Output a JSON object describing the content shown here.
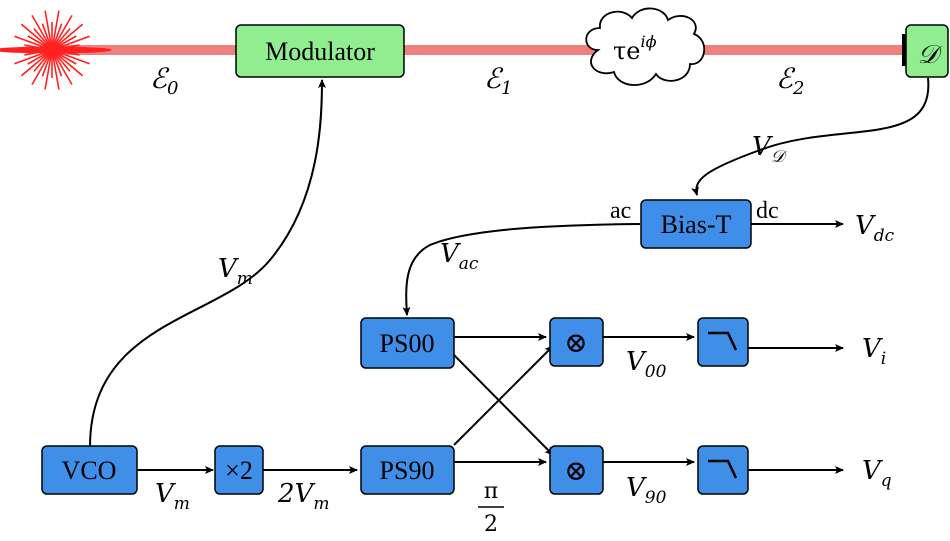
{
  "colors": {
    "beam": "#f08080",
    "green_box": "#90ee90",
    "blue_box": "#3f8ee8",
    "laser": "#ff2020",
    "detector_bar": "#000000"
  },
  "optical": {
    "modulator_label": "Modulator",
    "phase_element": {
      "base": "τe",
      "exponent": "iϕ"
    },
    "detector_symbol": "𝒟",
    "fields": [
      {
        "symbol": "ℰ",
        "sub": "0"
      },
      {
        "symbol": "ℰ",
        "sub": "1"
      },
      {
        "symbol": "ℰ",
        "sub": "2"
      }
    ]
  },
  "blocks": {
    "bias_t": "Bias-T",
    "ps00": "PS00",
    "ps90": "PS90",
    "vco": "VCO",
    "doubler": "×2",
    "mixer_symbol": "⊗"
  },
  "ports": {
    "ac": "ac",
    "dc": "dc"
  },
  "signals": {
    "v_detector": {
      "main": "V",
      "sub": "𝒟"
    },
    "v_m_up": {
      "main": "V",
      "sub": "m"
    },
    "v_m_right": {
      "main": "V",
      "sub": "m"
    },
    "two_v_m": {
      "coef": "2",
      "main": "V",
      "sub": "m"
    },
    "v_ac": {
      "main": "V",
      "sub": "ac"
    },
    "v_dc": {
      "main": "V",
      "sub": "dc"
    },
    "v_00": {
      "main": "V",
      "sub": "00"
    },
    "v_90": {
      "main": "V",
      "sub": "90"
    },
    "v_i": {
      "main": "V",
      "sub": "i"
    },
    "v_q": {
      "main": "V",
      "sub": "q"
    },
    "phase_shift": {
      "numerator": "π",
      "denominator": "2"
    }
  }
}
